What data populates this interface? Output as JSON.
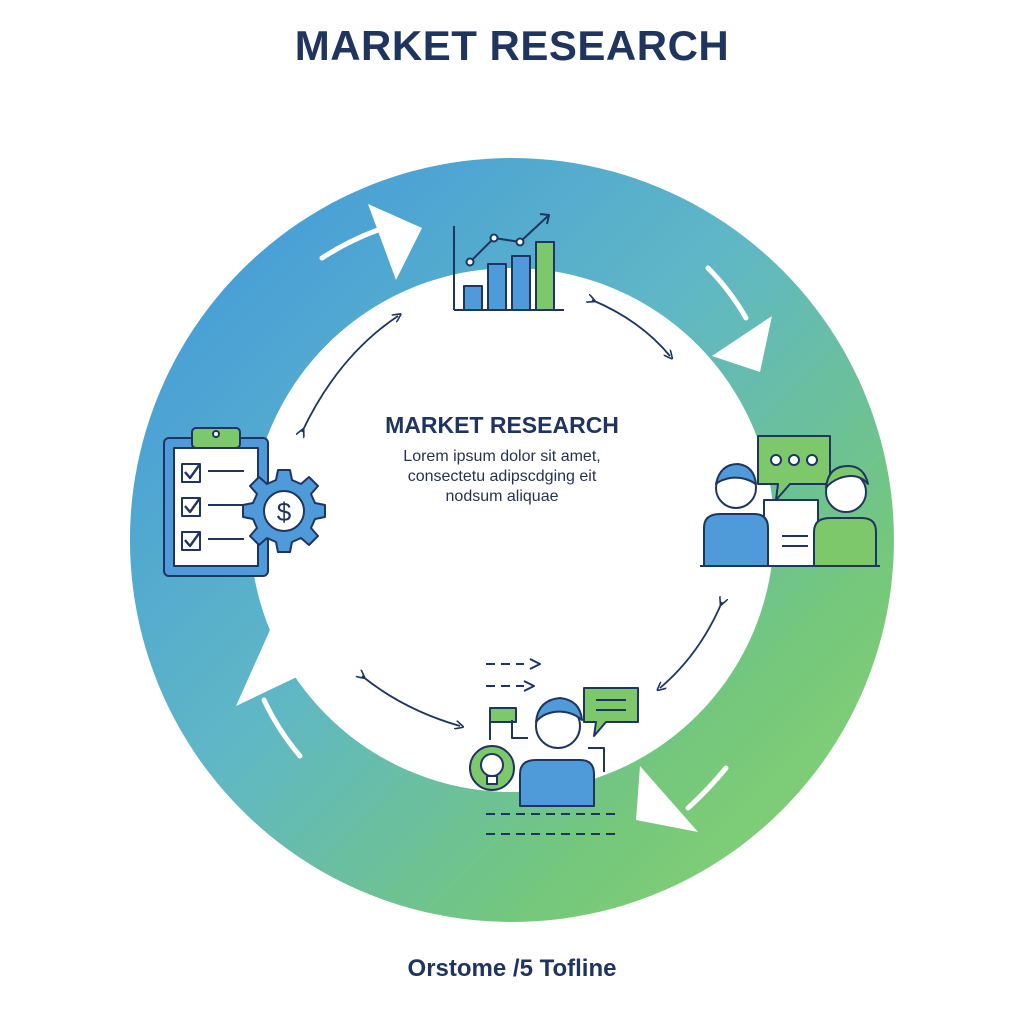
{
  "header": {
    "title": "MARKET RESEARCH"
  },
  "center": {
    "title": "MARKET RESEARCH",
    "lines": [
      "Lorem ipsum dolor sit amet,",
      "consectetu adipscdging eit",
      "nodsum aliquae"
    ]
  },
  "footer": {
    "text": "Orstome /5 Tofline"
  },
  "stages": [
    {
      "icon": "bar-chart-growth-icon"
    },
    {
      "icon": "customer-conversation-icon"
    },
    {
      "icon": "idea-person-icon"
    },
    {
      "icon": "checklist-budget-icon"
    }
  ],
  "colors": {
    "ring_blue": "#4a9fdc",
    "ring_green": "#7ccf6e",
    "icon_blue": "#4f9ad8",
    "icon_green": "#7cc86a",
    "outline_navy": "#1f3560"
  }
}
